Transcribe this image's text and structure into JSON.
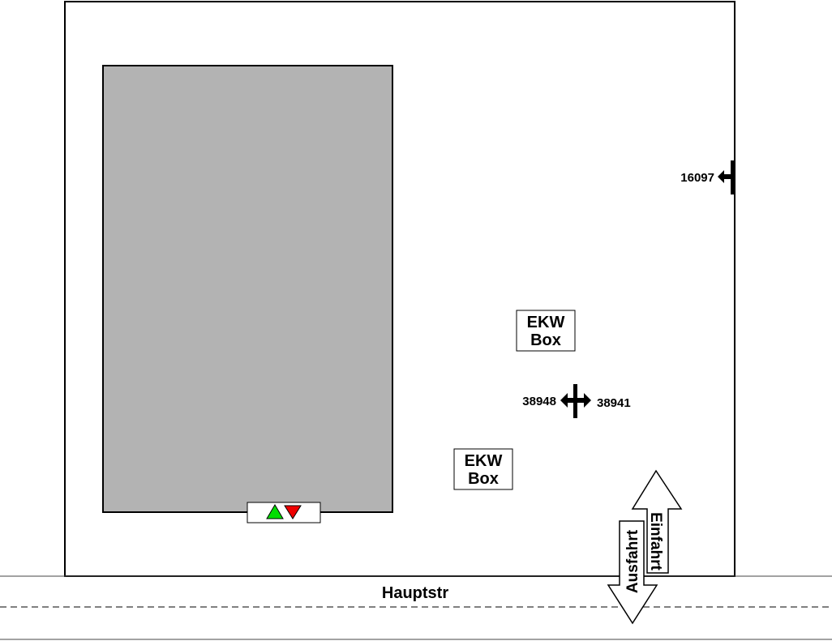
{
  "plan": {
    "street_name": "Hauptstr",
    "boxes": [
      {
        "line1": "EKW",
        "line2": "Box"
      },
      {
        "line1": "EKW",
        "line2": "Box"
      }
    ],
    "markers": {
      "right_edge": "16097",
      "left": "38948",
      "right": "38941"
    },
    "arrows": {
      "entry": "Einfahrt",
      "exit": "Ausfahrt"
    },
    "colors": {
      "building": "#b3b3b3",
      "up_triangle": "#00dd00",
      "down_triangle": "#ee0000"
    }
  }
}
